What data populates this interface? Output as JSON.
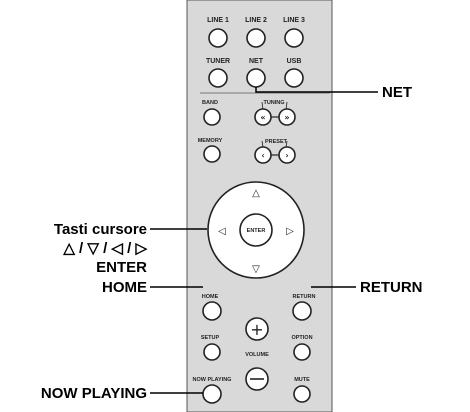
{
  "remote": {
    "inputs": [
      "LINE 1",
      "LINE 2",
      "LINE 3",
      "TUNER",
      "NET",
      "USB"
    ],
    "band": "BAND",
    "tuning": "TUNING",
    "memory": "MEMORY",
    "preset": "PRESET",
    "enter": "ENTER",
    "home": "HOME",
    "return": "RETURN",
    "setup": "SETUP",
    "option": "OPTION",
    "volume": "VOLUME",
    "now_playing": "NOW PLAYING",
    "mute": "MUTE"
  },
  "callouts": {
    "net": "NET",
    "cursor_keys": "Tasti cursore",
    "cursor_symbols": "△ / ▽ / ◁ / ▷",
    "enter": "ENTER",
    "home": "HOME",
    "return": "RETURN",
    "now_playing": "NOW PLAYING"
  }
}
